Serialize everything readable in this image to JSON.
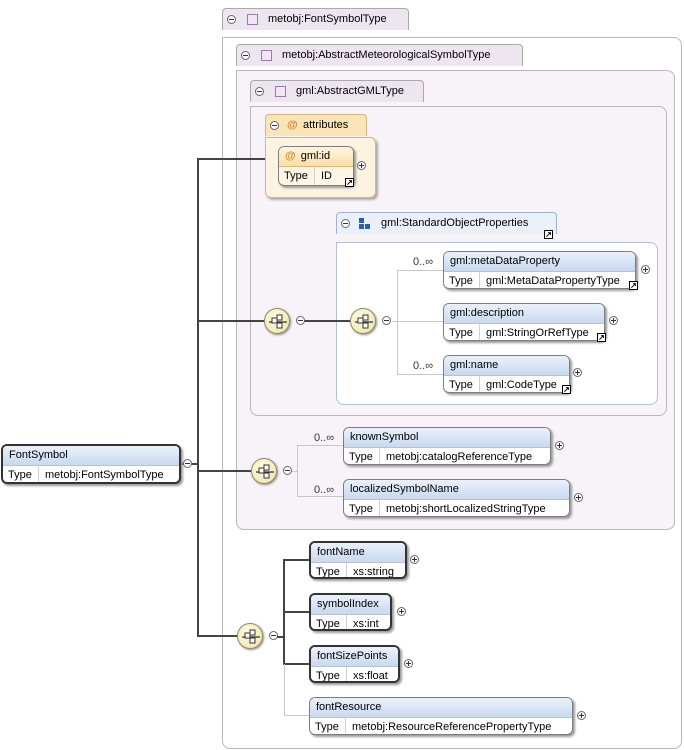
{
  "root": {
    "name": "FontSymbol",
    "type_key": "Type",
    "type_val": "metobj:FontSymbolType"
  },
  "containers": {
    "font_symbol_type": "metobj:FontSymbolType",
    "abstract_met_type": "metobj:AbstractMeteorologicalSymbolType",
    "abstract_gml_type": "gml:AbstractGMLType",
    "attributes": "attributes",
    "standard_props": "gml:StandardObjectProperties"
  },
  "attr_id": {
    "name": "gml:id",
    "type_key": "Type",
    "type_val": "ID"
  },
  "std_elements": [
    {
      "name": "gml:metaDataProperty",
      "type_key": "Type",
      "type_val": "gml:MetaDataPropertyType",
      "card": "0..∞"
    },
    {
      "name": "gml:description",
      "type_key": "Type",
      "type_val": "gml:StringOrRefType",
      "card": ""
    },
    {
      "name": "gml:name",
      "type_key": "Type",
      "type_val": "gml:CodeType",
      "card": "0..∞"
    }
  ],
  "met_elements": [
    {
      "name": "knownSymbol",
      "type_key": "Type",
      "type_val": "metobj:catalogReferenceType",
      "card": "0..∞"
    },
    {
      "name": "localizedSymbolName",
      "type_key": "Type",
      "type_val": "metobj:shortLocalizedStringType",
      "card": "0..∞"
    }
  ],
  "font_elements": [
    {
      "name": "fontName",
      "type_key": "Type",
      "type_val": "xs:string"
    },
    {
      "name": "symbolIndex",
      "type_key": "Type",
      "type_val": "xs:int"
    },
    {
      "name": "fontSizePoints",
      "type_key": "Type",
      "type_val": "xs:float"
    },
    {
      "name": "fontResource",
      "type_key": "Type",
      "type_val": "metobj:ResourceReferencePropertyType"
    }
  ],
  "colors": {
    "element_header": "#c9d9f0",
    "container": "#f7f3f8",
    "attributes": "#fbe4b8",
    "line": "#444444"
  }
}
